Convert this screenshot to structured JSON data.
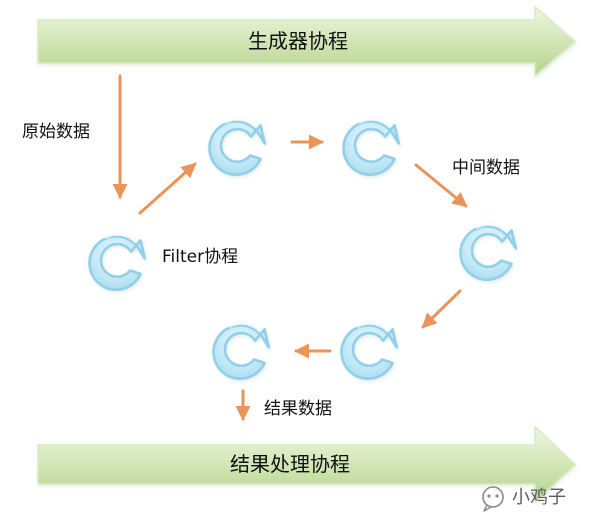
{
  "diagram": {
    "top_banner": {
      "label": "生成器协程"
    },
    "bottom_banner": {
      "label": "结果处理协程"
    },
    "labels": {
      "raw_data": "原始数据",
      "filter": "Filter协程",
      "intermediate_data": "中间数据",
      "result_data": "结果数据"
    },
    "watermark": {
      "text": "小鸡子"
    },
    "colors": {
      "banner_fill_light": "#edf7df",
      "banner_fill_dark": "#b4d28c",
      "banner_stroke": "#d8ebc6",
      "flow_arrow": "#ea9458",
      "coroutine_fill": "#c8ebf7",
      "coroutine_stroke": "#92cfe8",
      "coroutine_highlight": "#e8f8fd"
    }
  }
}
